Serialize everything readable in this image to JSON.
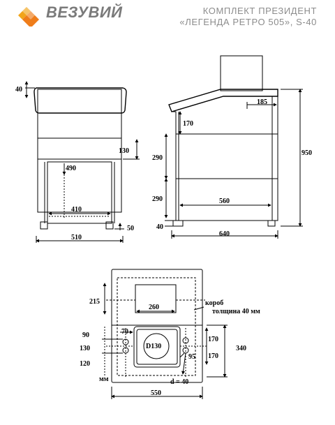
{
  "header": {
    "brand": "ВЕЗУВИЙ",
    "title_line1": "КОМПЛЕКТ ПРЕЗИДЕНТ",
    "title_line2": "«ЛЕГЕНДА РЕТРО 505», S-40",
    "logo_colors": {
      "top": "#f2a51a",
      "bottom": "#ef7d1a",
      "text": "#7a7a7a"
    }
  },
  "front_view": {
    "dims": {
      "top_height": "40",
      "side_height": "130",
      "opening_height": "490",
      "opening_width": "410",
      "leg_height": "50",
      "total_width": "510"
    }
  },
  "side_view": {
    "dims": {
      "chimney_offset": "185",
      "upper": "170",
      "total_height": "950",
      "mid": "290",
      "lower": "290",
      "inner_width": "560",
      "leg_height": "40",
      "total_width": "640"
    }
  },
  "top_view": {
    "dims": {
      "top_section": "215",
      "flue_width": "260",
      "box_label_line1": "короб",
      "box_label_line2": "толщина 40 мм",
      "pipe_offset": "70",
      "row1": "90",
      "row2": "130",
      "row3": "120",
      "unit": "мм",
      "flue_diameter": "D130",
      "right_upper": "170",
      "right_lower": "170",
      "right_total": "340",
      "pipe_gap": "95",
      "pipe_diameter": "d = 40",
      "total_width": "550"
    }
  }
}
